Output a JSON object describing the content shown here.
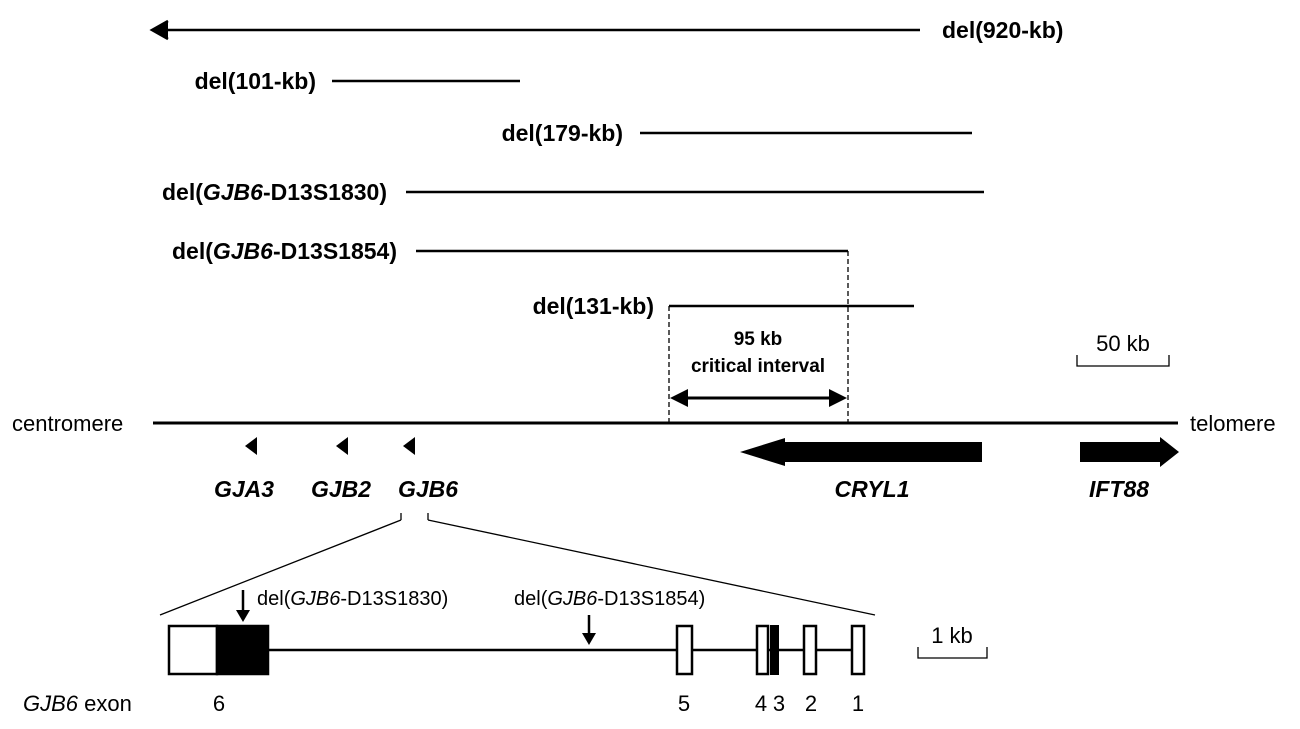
{
  "deletions": [
    {
      "id": "del920",
      "prefix": "del(920-kb)",
      "gene": "",
      "suffix": ""
    },
    {
      "id": "del101",
      "prefix": "del(101-kb)",
      "gene": "",
      "suffix": ""
    },
    {
      "id": "del179",
      "prefix": "del(179-kb)",
      "gene": "",
      "suffix": ""
    },
    {
      "id": "d1830",
      "prefix": "del(",
      "gene": "GJB6",
      "suffix": "-D13S1830)"
    },
    {
      "id": "d1854",
      "prefix": "del(",
      "gene": "GJB6",
      "suffix": "-D13S1854)"
    },
    {
      "id": "del131",
      "prefix": "del(131-kb)",
      "gene": "",
      "suffix": ""
    }
  ],
  "critical_interval": {
    "line1": "95 kb",
    "line2": "critical interval"
  },
  "scale_top": "50 kb",
  "scale_bottom": "1 kb",
  "chromosome": {
    "left": "centromere",
    "right": "telomere"
  },
  "genes": [
    "GJA3",
    "GJB2",
    "GJB6",
    "CRYL1",
    "IFT88"
  ],
  "gene_detail": {
    "break1": {
      "prefix": "del(",
      "gene": "GJB6",
      "suffix": "-D13S1830)"
    },
    "break2": {
      "prefix": "del(",
      "gene": "GJB6",
      "suffix": "-D13S1854)"
    },
    "exon_label_gene": "GJB6",
    "exon_label_word": " exon",
    "exons": [
      "6",
      "5",
      "4",
      "3",
      "2",
      "1"
    ]
  }
}
